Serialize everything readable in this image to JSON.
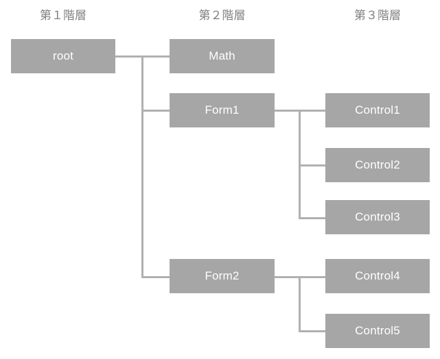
{
  "diagram": {
    "type": "hierarchy-tree",
    "background_color": "#ffffff",
    "box_color": "#a6a6a6",
    "line_color": "#b0b0b0",
    "label_color": "#ffffff",
    "header_color": "#808080",
    "headers": [
      {
        "label": "第１階層"
      },
      {
        "label": "第２階層"
      },
      {
        "label": "第３階層"
      }
    ],
    "nodes": {
      "root": {
        "label": "root"
      },
      "math": {
        "label": "Math"
      },
      "form1": {
        "label": "Form1"
      },
      "form2": {
        "label": "Form2"
      },
      "control1": {
        "label": "Control1"
      },
      "control2": {
        "label": "Control2"
      },
      "control3": {
        "label": "Control3"
      },
      "control4": {
        "label": "Control4"
      },
      "control5": {
        "label": "Control5"
      }
    }
  }
}
